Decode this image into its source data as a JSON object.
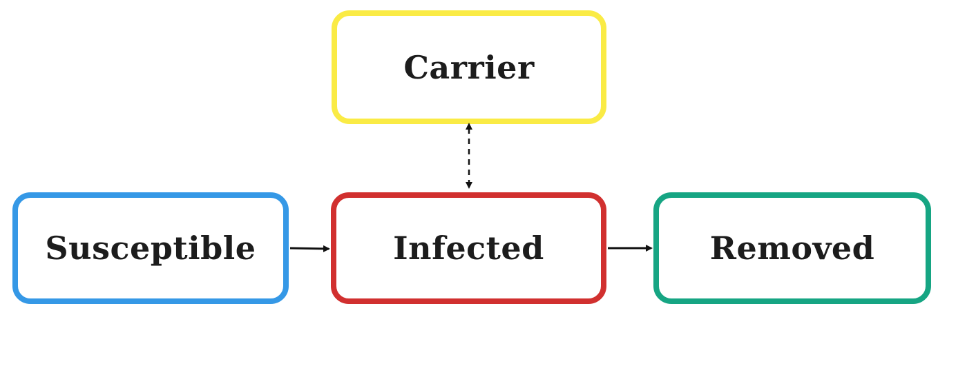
{
  "diagram": {
    "nodes": [
      {
        "id": "carrier",
        "label": "Carrier",
        "color": "#FAEB45"
      },
      {
        "id": "susceptible",
        "label": "Susceptible",
        "color": "#3598E6"
      },
      {
        "id": "infected",
        "label": "Infected",
        "color": "#D1302F"
      },
      {
        "id": "removed",
        "label": "Removed",
        "color": "#16A583"
      }
    ],
    "edges": [
      {
        "from": "susceptible",
        "to": "infected",
        "style": "solid",
        "direction": "forward"
      },
      {
        "from": "infected",
        "to": "removed",
        "style": "solid",
        "direction": "forward"
      },
      {
        "from": "infected",
        "to": "carrier",
        "style": "dashed",
        "direction": "both"
      }
    ],
    "arrow_color": "#111111"
  }
}
